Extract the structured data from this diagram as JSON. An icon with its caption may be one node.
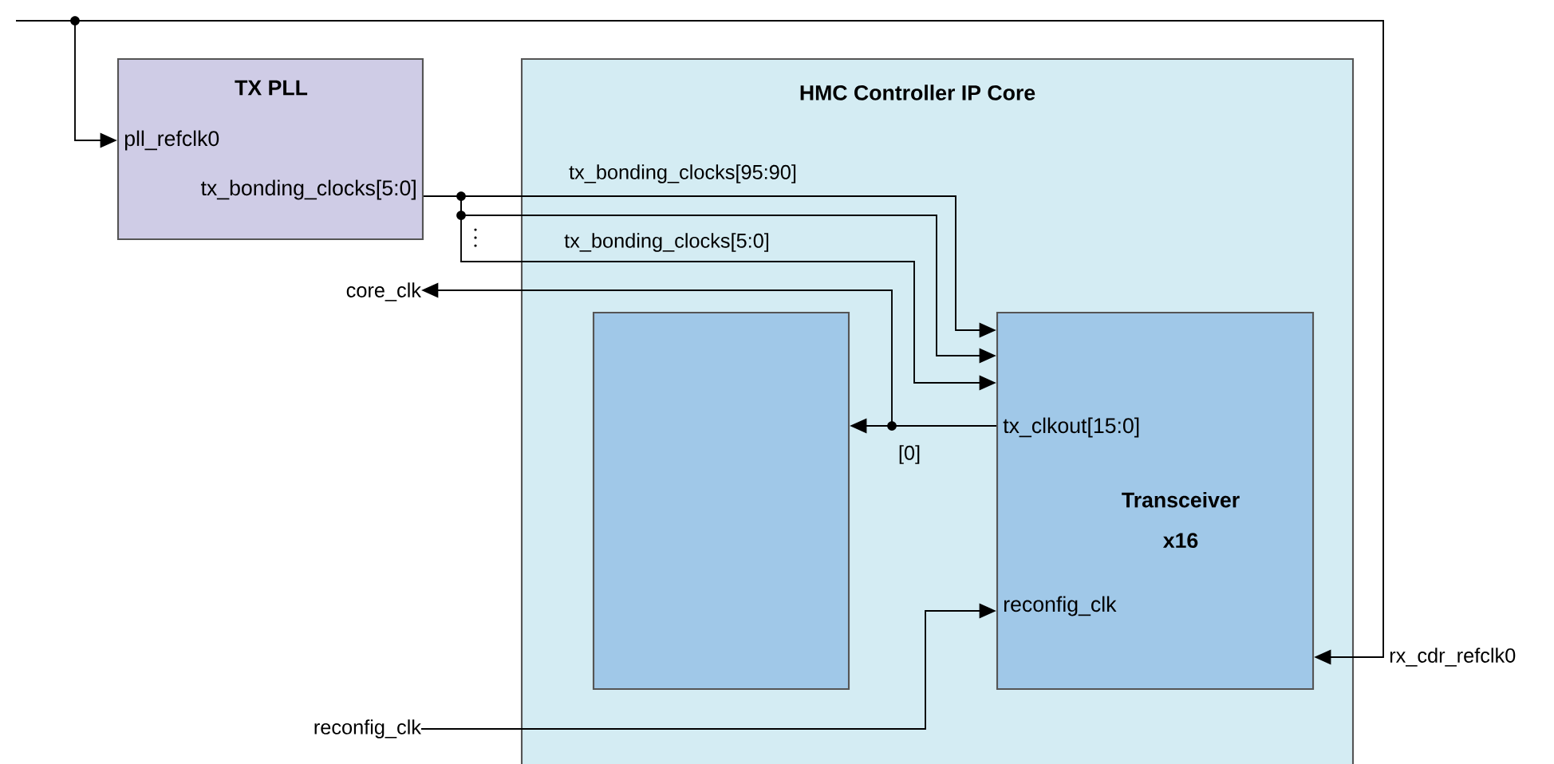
{
  "diagram": {
    "nodes": [
      {
        "text": [
          "TX PLL",
          "pll_refclk0",
          "tx_bonding_clocks[5:0]"
        ]
      },
      {
        "text": [
          "HMC Controller IP Core"
        ]
      },
      {
        "text": [],
        "shape": "box",
        "in": 1
      },
      {
        "text": [
          "tx_clkout[15:0]",
          "Transceiver x16",
          "reconfig_clk"
        ],
        "in": 1
      },
      {
        "text": [
          "core_clk"
        ]
      },
      {
        "text": [
          "reconfig_clk"
        ]
      }
    ],
    "edges": [
      {
        "from": null,
        "to": 0,
        "arrow": "to"
      },
      {
        "from": null,
        "to": 3,
        "arrow": "to",
        "label": "rx_cdr_refclk0"
      },
      {
        "from": 0,
        "to": 3,
        "arrow": "to",
        "label": "tx_bonding_clocks[95:90]"
      },
      {
        "from": 0,
        "to": 3,
        "arrow": "to"
      },
      {
        "from": 0,
        "to": 3,
        "arrow": "to",
        "label": "tx_bonding_clocks[5:0]"
      },
      {
        "from": 3,
        "to": 2,
        "arrow": "to"
      },
      {
        "from": 3,
        "to": 4,
        "arrow": "to",
        "label": "[0]"
      },
      {
        "from": 5,
        "to": 3,
        "arrow": "to"
      }
    ]
  }
}
